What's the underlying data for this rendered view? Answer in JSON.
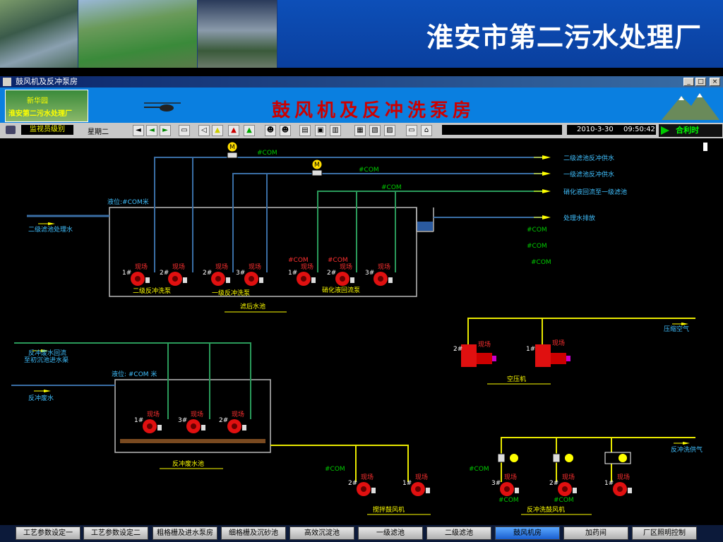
{
  "banner": {
    "title": "淮安市第二污水处理厂"
  },
  "window": {
    "title": "鼓风机及反冲泵房"
  },
  "header": {
    "title": "鼓风机及反冲洗泵房",
    "logo_line1": "新华园",
    "logo_line2": "淮安第二污水处理厂"
  },
  "toolbar": {
    "level": "监视员级别",
    "weekday": "星期二",
    "date": "2010-3-30",
    "time": "09:50:42",
    "brand": "合利时"
  },
  "diagram": {
    "outlets": [
      "二级滤池反冲供水",
      "一级滤池反冲供水",
      "硝化液回流至一级滤池",
      "处理水排放"
    ],
    "com": "#COM",
    "level_label1": "液位:#COM米",
    "level_label2": "液位: #COM  米",
    "inlet1": "二级滤池处理水",
    "pump_tag": "现场",
    "pump_nums": [
      "1#",
      "2#",
      "2#",
      "3#",
      "1#",
      "2#",
      "3#"
    ],
    "group1": "二级反冲洗泵",
    "group2": "一级反冲洗泵",
    "group3": "硝化液回流泵",
    "tank1": "滤后水池",
    "backflow1": "反冲废水回流",
    "backflow2": "至初沉池进水渠",
    "inlet2": "反冲废水",
    "tank2": "反冲废水池",
    "tank2_pumps": [
      "1#",
      "3#",
      "2#"
    ],
    "compressed_air": "压缩空气",
    "compressor": "空压机",
    "comp_nums": [
      "2#",
      "1#"
    ],
    "backwash_air": "反冲洗供气",
    "stir_blower": "搅拌鼓风机",
    "stir_nums": [
      "2#",
      "1#"
    ],
    "bw_blower": "反冲洗鼓风机",
    "bw_nums": [
      "3#",
      "2#",
      "1#"
    ]
  },
  "nav": [
    "工艺参数设定一",
    "工艺参数设定二",
    "粗格栅及进水泵房",
    "细格栅及沉砂池",
    "高效沉淀池",
    "一级滤池",
    "二级滤池",
    "鼓风机房",
    "加药间",
    "厂区照明控制"
  ],
  "colors": {
    "pipe_blue": "#3a6ea5",
    "pipe_green": "#2a9a5a",
    "pipe_yellow": "#e8e800",
    "pump_red": "#e01010",
    "text_yellow": "#ffff00",
    "text_cyan": "#40c0ff"
  }
}
